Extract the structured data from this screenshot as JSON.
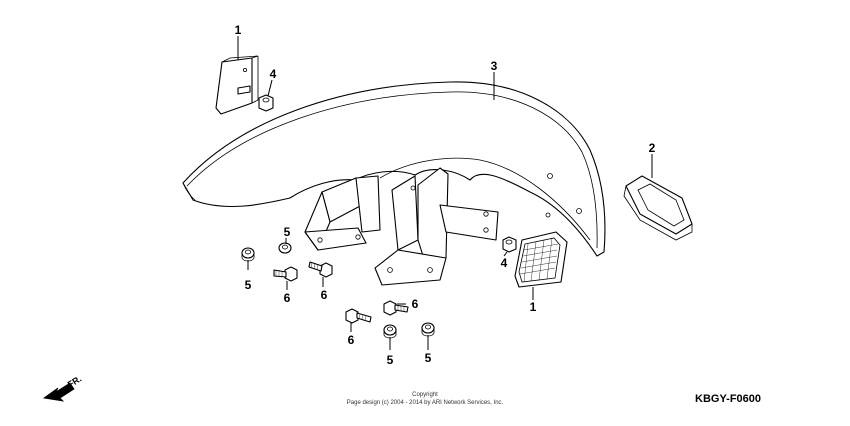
{
  "diagram": {
    "code": "KBGY-F0600",
    "copyright_line1": "Copyright",
    "copyright_line2": "Page design (c) 2004 - 2014 by ARI Network Services, Inc.",
    "direction_label": "FR."
  },
  "callouts": {
    "c1_top": "1",
    "c4_top": "4",
    "c3": "3",
    "c2": "2",
    "c4_right": "4",
    "c1_bottom": "1",
    "c5_a": "5",
    "c5_b": "5",
    "c6_a": "6",
    "c6_b": "6",
    "c6_c": "6",
    "c6_d": "6",
    "c5_c": "5",
    "c5_d": "5"
  }
}
